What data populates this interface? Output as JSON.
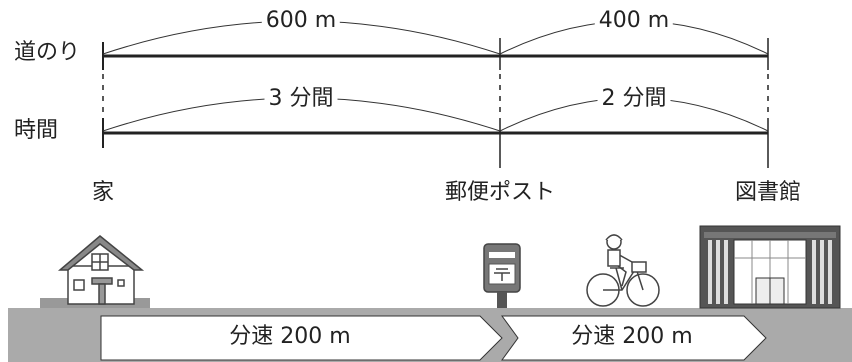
{
  "rows": {
    "distance_label": "道のり",
    "time_label": "時間"
  },
  "segments": [
    {
      "distance": "600 m",
      "time": "3 分間"
    },
    {
      "distance": "400 m",
      "time": "2 分間"
    }
  ],
  "places": {
    "home": "家",
    "post": "郵便ポスト",
    "library": "図書館"
  },
  "speeds": [
    "分速 200 m",
    "分速 200 m"
  ],
  "icons": [
    "house-icon",
    "mailbox-icon",
    "cyclist-icon",
    "library-building-icon"
  ]
}
